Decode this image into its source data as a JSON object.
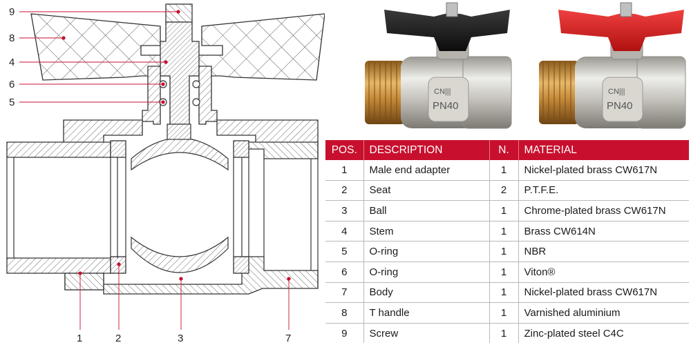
{
  "diagram": {
    "callouts_left": [
      "9",
      "8",
      "4",
      "6",
      "5"
    ],
    "callouts_bottom": [
      "1",
      "2",
      "3",
      "7"
    ],
    "accent_color": "#c8102e"
  },
  "photos": {
    "valve_black": {
      "body_marking_1": "CN|||",
      "body_marking_2": "PN40",
      "handle_color": "#1a1a1a"
    },
    "valve_red": {
      "body_marking_1": "CN|||",
      "body_marking_2": "PN40",
      "handle_color": "#d81e1e"
    }
  },
  "table": {
    "headers": {
      "pos": "POS.",
      "description": "DESCRIPTION",
      "n": "N.",
      "material": "MATERIAL"
    },
    "rows": [
      {
        "pos": "1",
        "description": "Male end adapter",
        "n": "1",
        "material": "Nickel-plated brass CW617N"
      },
      {
        "pos": "2",
        "description": "Seat",
        "n": "2",
        "material": "P.T.F.E."
      },
      {
        "pos": "3",
        "description": "Ball",
        "n": "1",
        "material": "Chrome-plated brass CW617N"
      },
      {
        "pos": "4",
        "description": "Stem",
        "n": "1",
        "material": "Brass CW614N"
      },
      {
        "pos": "5",
        "description": "O-ring",
        "n": "1",
        "material": "NBR"
      },
      {
        "pos": "6",
        "description": "O-ring",
        "n": "1",
        "material": "Viton®"
      },
      {
        "pos": "7",
        "description": "Body",
        "n": "1",
        "material": "Nickel-plated brass CW617N"
      },
      {
        "pos": "8",
        "description": "T handle",
        "n": "1",
        "material": "Varnished aluminium"
      },
      {
        "pos": "9",
        "description": "Screw",
        "n": "1",
        "material": "Zinc-plated steel C4C"
      }
    ]
  }
}
